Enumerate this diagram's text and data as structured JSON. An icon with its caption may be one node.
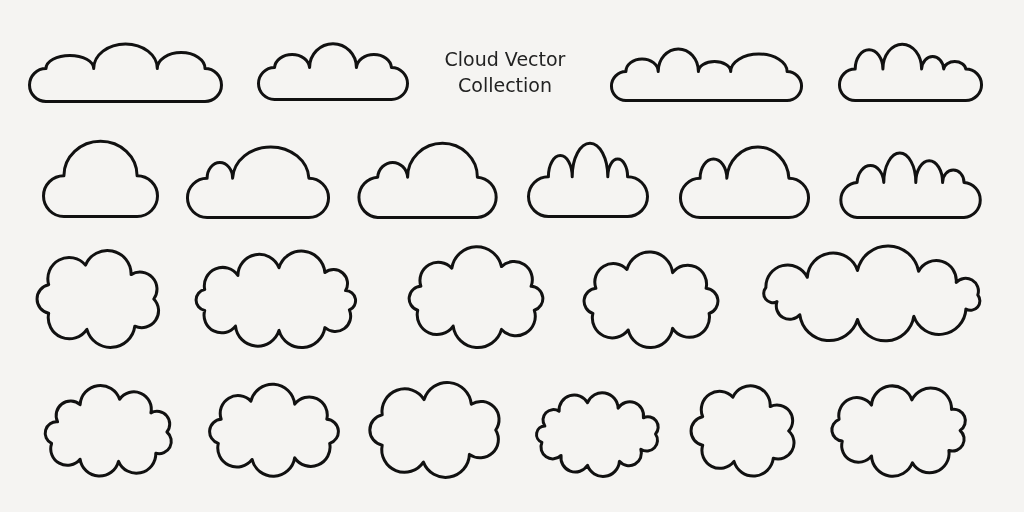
{
  "diagram": {
    "title": "Cloud Vector Collection",
    "nodes": [
      {
        "text": [],
        "shape": "cloud"
      },
      {
        "text": [],
        "shape": "cloud"
      },
      {
        "text": [],
        "shape": "cloud"
      },
      {
        "text": [],
        "shape": "cloud"
      },
      {
        "text": [],
        "shape": "cloud"
      },
      {
        "text": [],
        "shape": "cloud"
      },
      {
        "text": [],
        "shape": "cloud"
      },
      {
        "text": [],
        "shape": "cloud"
      },
      {
        "text": [],
        "shape": "cloud"
      },
      {
        "text": [],
        "shape": "cloud"
      },
      {
        "text": [],
        "shape": "cloud"
      },
      {
        "text": [],
        "shape": "cloud"
      },
      {
        "text": [],
        "shape": "cloud"
      },
      {
        "text": [],
        "shape": "cloud"
      },
      {
        "text": [],
        "shape": "cloud"
      },
      {
        "text": [],
        "shape": "cloud"
      },
      {
        "text": [],
        "shape": "cloud"
      },
      {
        "text": [],
        "shape": "cloud"
      },
      {
        "text": [],
        "shape": "cloud"
      },
      {
        "text": [],
        "shape": "cloud"
      },
      {
        "text": [],
        "shape": "cloud"
      }
    ]
  }
}
